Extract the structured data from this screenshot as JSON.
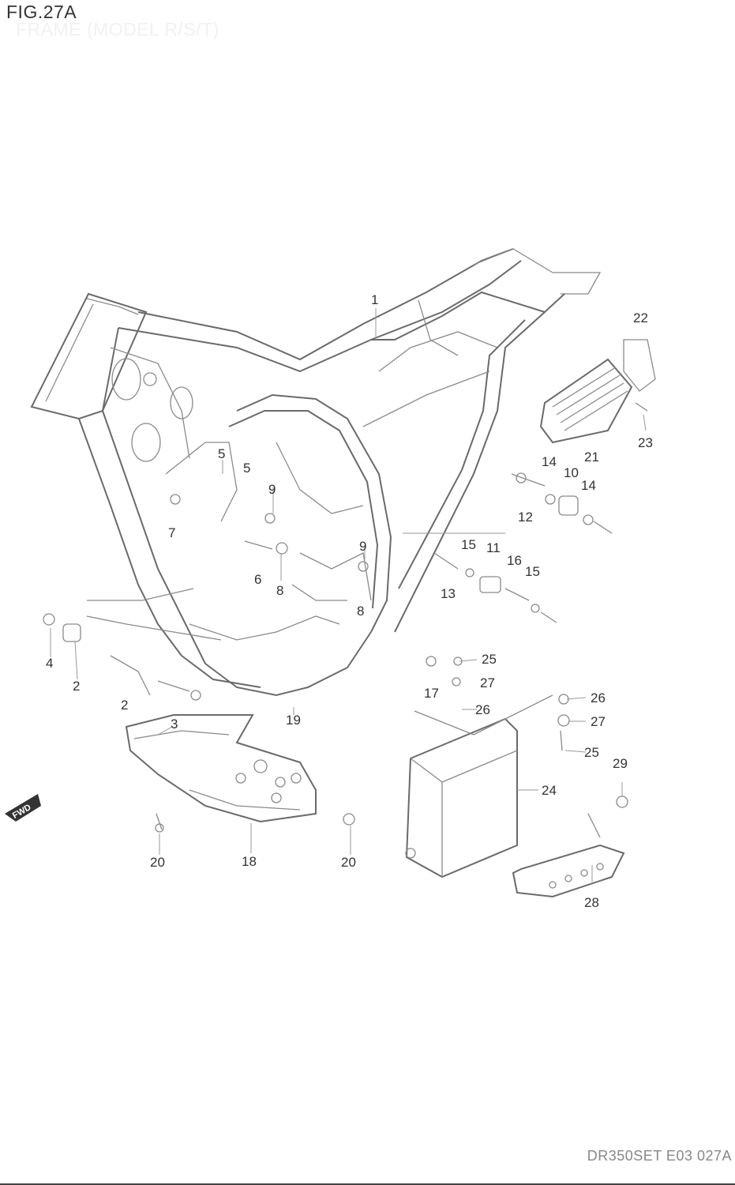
{
  "header": {
    "figure": "FIG.27A",
    "subtitle": "FRAME (MODEL R/S/T)"
  },
  "footer": {
    "code": "DR350SET E03 027A"
  },
  "fwd_badge": "FWD",
  "callouts": [
    {
      "id": "c1",
      "num": "1"
    },
    {
      "id": "c22",
      "num": "22"
    },
    {
      "id": "c23",
      "num": "23"
    },
    {
      "id": "c21",
      "num": "21"
    },
    {
      "id": "c14a",
      "num": "14"
    },
    {
      "id": "c10",
      "num": "10"
    },
    {
      "id": "c14b",
      "num": "14"
    },
    {
      "id": "c12",
      "num": "12"
    },
    {
      "id": "c5a",
      "num": "5"
    },
    {
      "id": "c5b",
      "num": "5"
    },
    {
      "id": "c9a",
      "num": "9"
    },
    {
      "id": "c7",
      "num": "7"
    },
    {
      "id": "c9b",
      "num": "9"
    },
    {
      "id": "c15a",
      "num": "15"
    },
    {
      "id": "c11",
      "num": "11"
    },
    {
      "id": "c16",
      "num": "16"
    },
    {
      "id": "c15b",
      "num": "15"
    },
    {
      "id": "c6",
      "num": "6"
    },
    {
      "id": "c8a",
      "num": "8"
    },
    {
      "id": "c13",
      "num": "13"
    },
    {
      "id": "c8b",
      "num": "8"
    },
    {
      "id": "c4",
      "num": "4"
    },
    {
      "id": "c2a",
      "num": "2"
    },
    {
      "id": "c25a",
      "num": "25"
    },
    {
      "id": "c27a",
      "num": "27"
    },
    {
      "id": "c17",
      "num": "17"
    },
    {
      "id": "c26a",
      "num": "26"
    },
    {
      "id": "c26b",
      "num": "26"
    },
    {
      "id": "c2b",
      "num": "2"
    },
    {
      "id": "c19",
      "num": "19"
    },
    {
      "id": "c27b",
      "num": "27"
    },
    {
      "id": "c3",
      "num": "3"
    },
    {
      "id": "c25b",
      "num": "25"
    },
    {
      "id": "c29",
      "num": "29"
    },
    {
      "id": "c24",
      "num": "24"
    },
    {
      "id": "c20a",
      "num": "20"
    },
    {
      "id": "c18",
      "num": "18"
    },
    {
      "id": "c20b",
      "num": "20"
    },
    {
      "id": "c28",
      "num": "28"
    }
  ]
}
